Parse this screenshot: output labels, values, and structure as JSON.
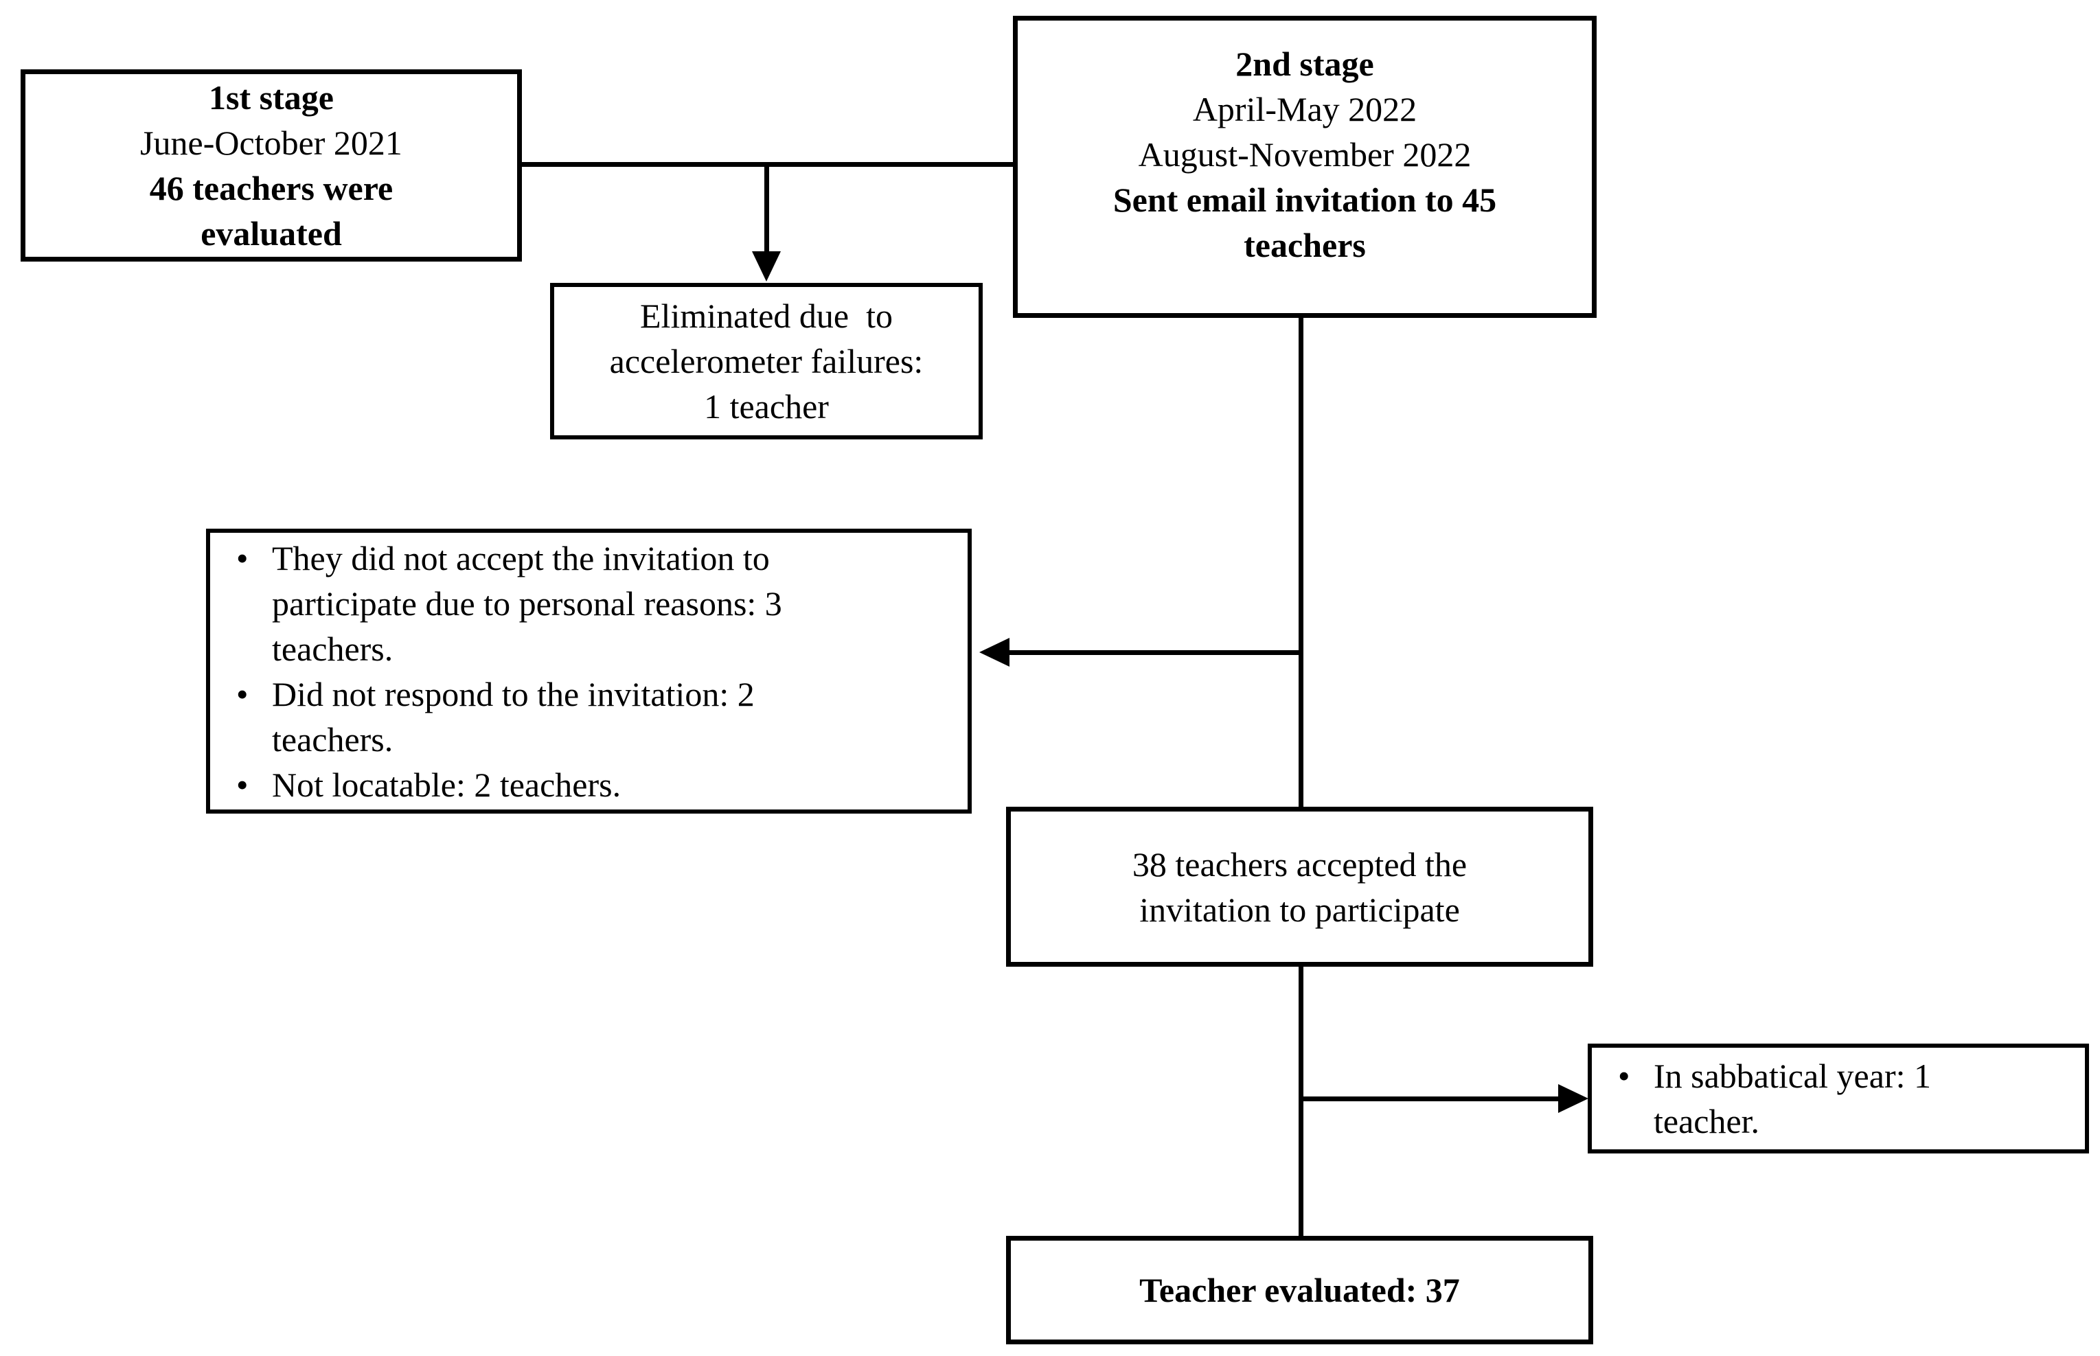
{
  "colors": {
    "ink": "#000000",
    "paper": "#ffffff"
  },
  "diagram": {
    "bullet_char": "•",
    "stage1": {
      "lines": [
        "1st stage",
        "June-October 2021",
        "46 teachers were",
        "evaluated"
      ]
    },
    "stage2": {
      "lines": [
        "2nd stage",
        "April-May 2022",
        "August-November 2022",
        "Sent email invitation to 45",
        "teachers"
      ]
    },
    "eliminated": {
      "lines": [
        "Eliminated due  to",
        "accelerometer failures:",
        "1 teacher"
      ]
    },
    "exclusions": {
      "items": [
        {
          "lines": [
            "They did not accept the invitation to",
            "participate due to personal reasons: 3",
            "teachers."
          ]
        },
        {
          "lines": [
            "Did not respond to the invitation: 2",
            "teachers."
          ]
        },
        {
          "lines": [
            "Not locatable: 2 teachers."
          ]
        }
      ]
    },
    "accepted": {
      "lines": [
        "38 teachers accepted the",
        "invitation to participate"
      ]
    },
    "sabbatical": {
      "items": [
        {
          "lines": [
            "In sabbatical year: 1",
            "teacher."
          ]
        }
      ]
    },
    "evaluated": {
      "lines": [
        "Teacher evaluated: 37"
      ]
    }
  }
}
